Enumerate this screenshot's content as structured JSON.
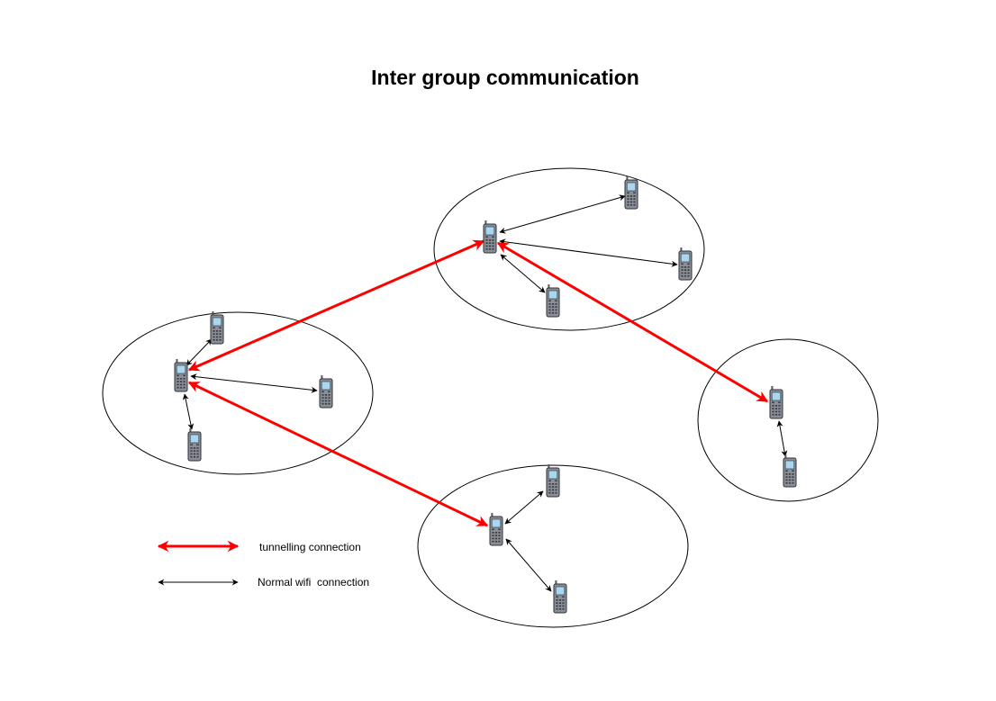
{
  "title": "Inter group communication",
  "colors": {
    "tunnel": "#ff0000",
    "wifi": "#000000",
    "phone_body": "#8a8e96",
    "phone_screen": "#a9d7ef"
  },
  "icon": "mobile-phone-icon",
  "legend": {
    "tunnel_label": "tunnelling connection",
    "wifi_label": "Normal wifi  connection"
  },
  "groups": [
    "group-left",
    "group-top",
    "group-right",
    "group-bottom"
  ],
  "connections": {
    "tunnelling": [
      [
        "left-hub",
        "top-hub"
      ],
      [
        "left-hub",
        "bottom-hub"
      ],
      [
        "top-hub",
        "right-hub"
      ]
    ],
    "wifi": [
      [
        "left-hub",
        "left-top"
      ],
      [
        "left-hub",
        "left-right"
      ],
      [
        "left-hub",
        "left-bottom"
      ],
      [
        "top-hub",
        "top-upper-right"
      ],
      [
        "top-hub",
        "top-right"
      ],
      [
        "top-hub",
        "top-bottom"
      ],
      [
        "right-hub",
        "right-bottom"
      ],
      [
        "bottom-hub",
        "bottom-upper-right"
      ],
      [
        "bottom-hub",
        "bottom-lower-right"
      ]
    ]
  }
}
